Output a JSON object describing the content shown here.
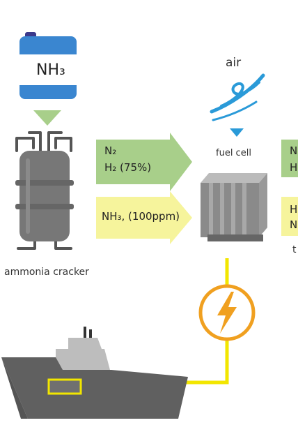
{
  "tank": {
    "label": "NH₃"
  },
  "cracker": {
    "caption": "ammonia cracker"
  },
  "air": {
    "label": "air"
  },
  "fuel_cell": {
    "caption": "fuel cell"
  },
  "arrow_top": {
    "line1": "N₂",
    "line2": "H₂  (75%)"
  },
  "arrow_bottom": {
    "line1": "NH₃, (100ppm)"
  },
  "cut_right": {
    "top1": "N",
    "top2": "H",
    "bot1": "H",
    "bot2": "N",
    "stub": "t"
  },
  "colors": {
    "tank_blue": "#3a86d0",
    "green_arrow": "#a8cf8a",
    "yellow_arrow": "#f6f49c",
    "wire_yellow": "#f2e600",
    "bolt_orange": "#f0a020",
    "air_blue": "#2a9ad8"
  }
}
